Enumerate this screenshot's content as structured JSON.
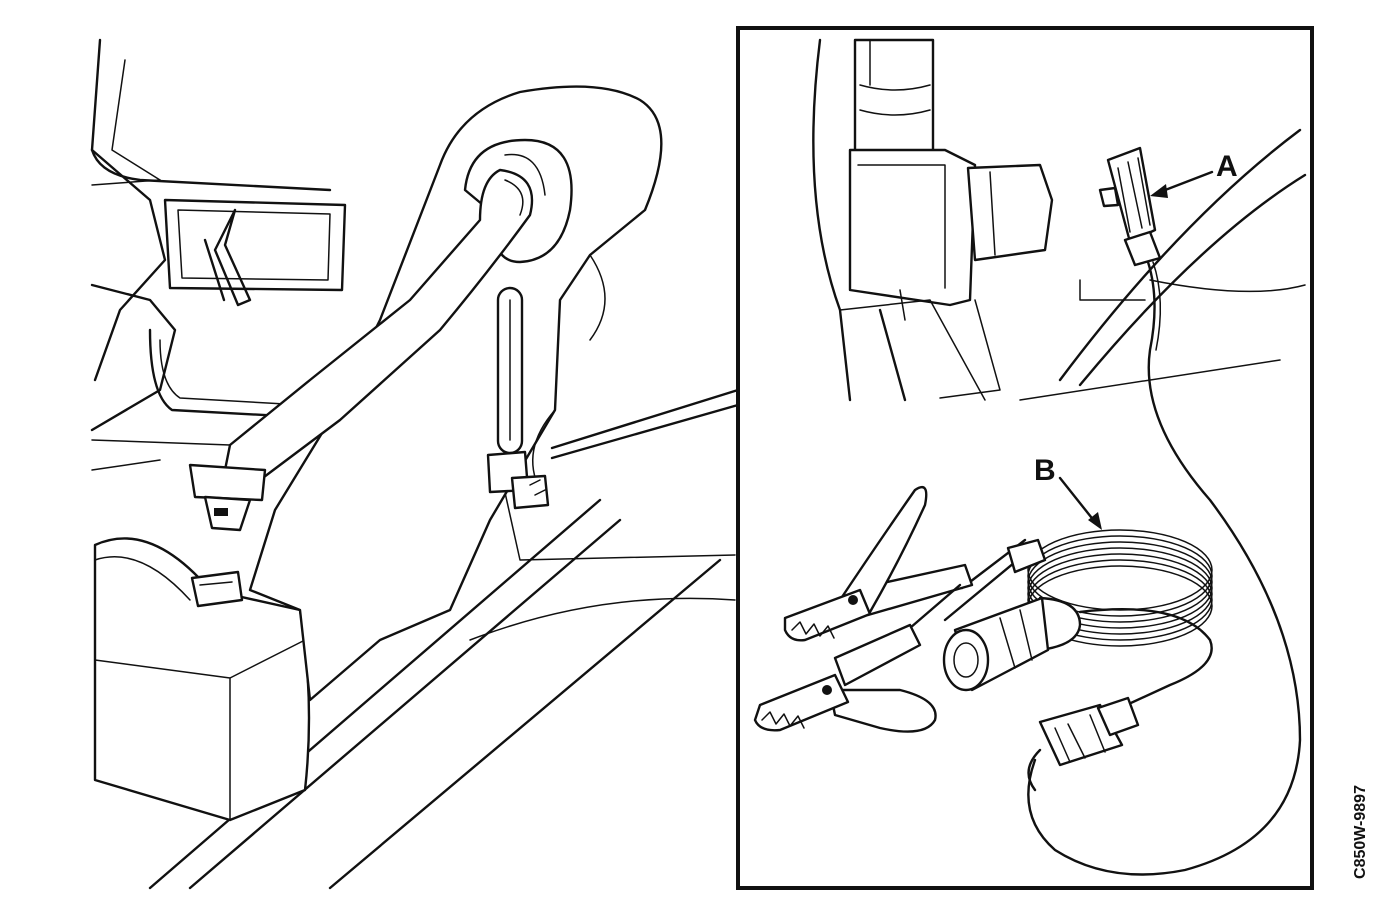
{
  "figure": {
    "callouts": {
      "a": "A",
      "b": "B"
    },
    "figure_code": "C850W-9897"
  }
}
